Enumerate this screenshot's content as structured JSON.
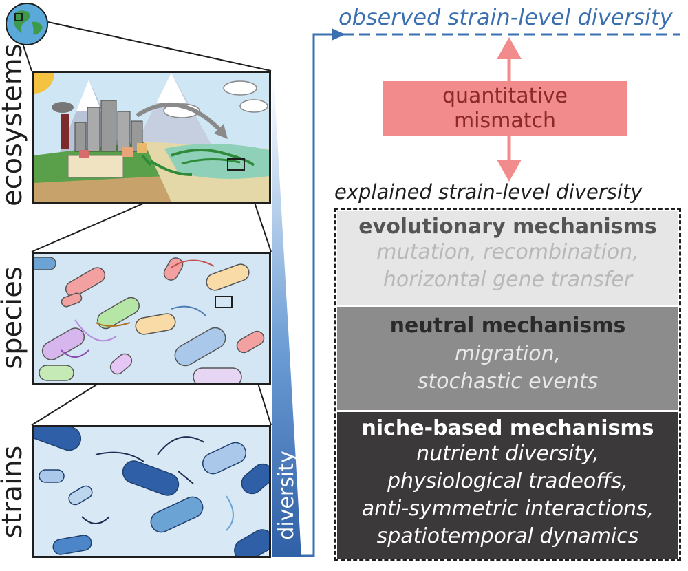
{
  "labels": {
    "ecosystems": "ecosystems",
    "species": "species",
    "strains": "strains",
    "diversity": "diversity"
  },
  "right": {
    "observed": "observed strain-level diversity",
    "mismatch_line1": "quantitative",
    "mismatch_line2": "mismatch",
    "explained": "explained strain-level diversity"
  },
  "mechanisms": [
    {
      "title": "evolutionary mechanisms",
      "lines": [
        "mutation, recombination,",
        "horizontal gene transfer"
      ]
    },
    {
      "title": "neutral mechanisms",
      "lines": [
        "migration,",
        "stochastic events"
      ]
    },
    {
      "title": "niche-based mechanisms",
      "lines": [
        "nutrient diversity,",
        "physiological tradeoffs,",
        "anti-symmetric interactions,",
        "spatiotemporal dynamics"
      ]
    }
  ],
  "colors": {
    "accent_blue": "#3a6fb0",
    "mismatch_fill": "#f28b8b",
    "mismatch_text": "#8a2a2a",
    "evo_fill": "#e6e6e6",
    "evo_title": "#555555",
    "evo_text": "#b8b8b8",
    "neutral_fill": "#8c8c8c",
    "neutral_title": "#2a2a2a",
    "neutral_text": "#e8e8e8",
    "niche_fill": "#3b3939",
    "niche_text": "#ffffff"
  }
}
